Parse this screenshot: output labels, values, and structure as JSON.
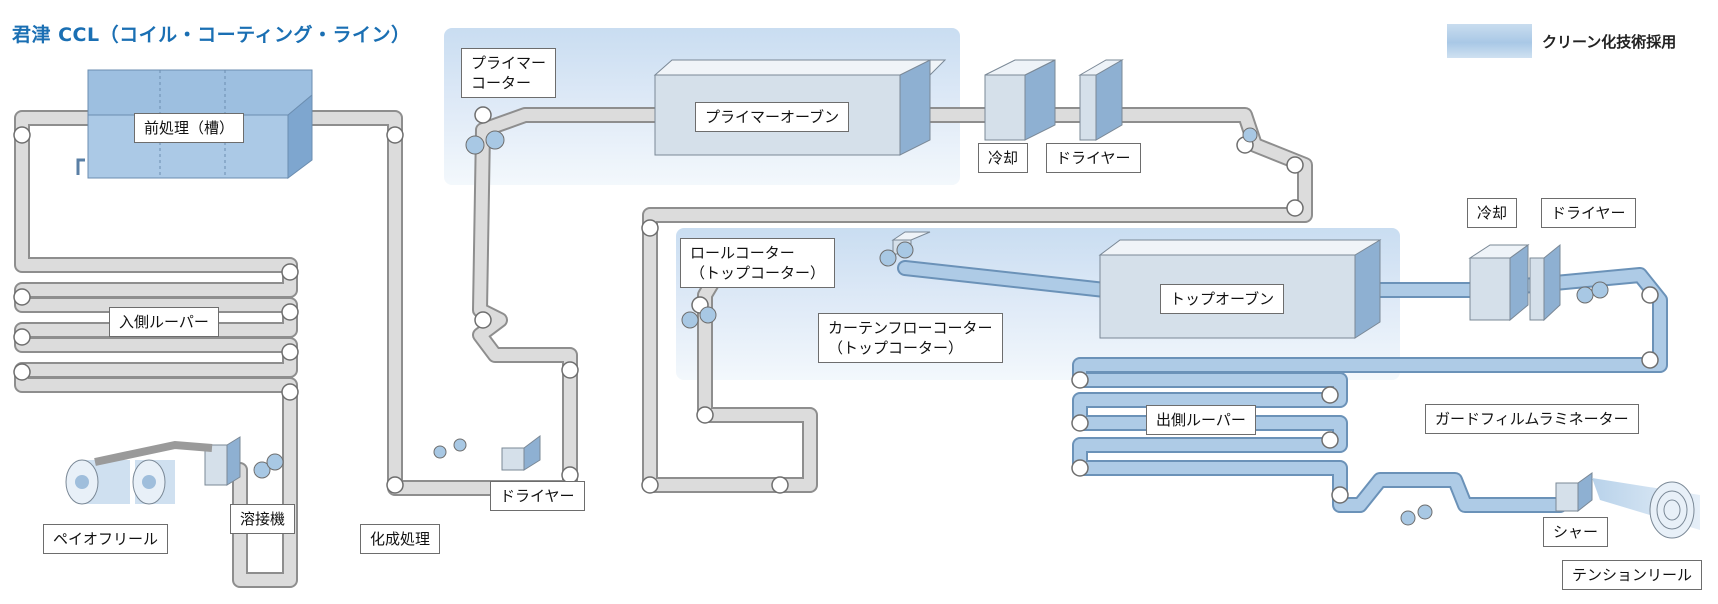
{
  "title": "君津 CCL（コイル・コーティング・ライン）",
  "legend": {
    "text": "クリーン化技術採用"
  },
  "labels": {
    "pretreatment": "前処理（槽）",
    "entry_looper": "入側ルーパー",
    "pay_off_reel": "ペイオフリール",
    "welder": "溶接機",
    "chemical_treatment": "化成処理",
    "dryer_1": "ドライヤー",
    "primer_coater_l1": "プライマー",
    "primer_coater_l2": "コーター",
    "primer_oven": "プライマーオーブン",
    "cooling_1": "冷却",
    "dryer_2": "ドライヤー",
    "roll_coater_l1": "ロールコーター",
    "roll_coater_l2": "（トップコーター）",
    "curtain_coater_l1": "カーテンフローコーター",
    "curtain_coater_l2": "（トップコーター）",
    "top_oven": "トップオーブン",
    "cooling_2": "冷却",
    "dryer_3": "ドライヤー",
    "exit_looper": "出側ルーパー",
    "guard_film_laminator": "ガードフィルムラミネーター",
    "shear": "シャー",
    "tension_reel": "テンションリール"
  },
  "colors": {
    "title": "#1a6fb3",
    "strip_gray": "#d6d6d6",
    "strip_blue": "#a8c8e4",
    "clean_zone": "#dbe8f6",
    "oven_face": "#d5e0ea",
    "tank_blue": "#a9c6e2"
  }
}
